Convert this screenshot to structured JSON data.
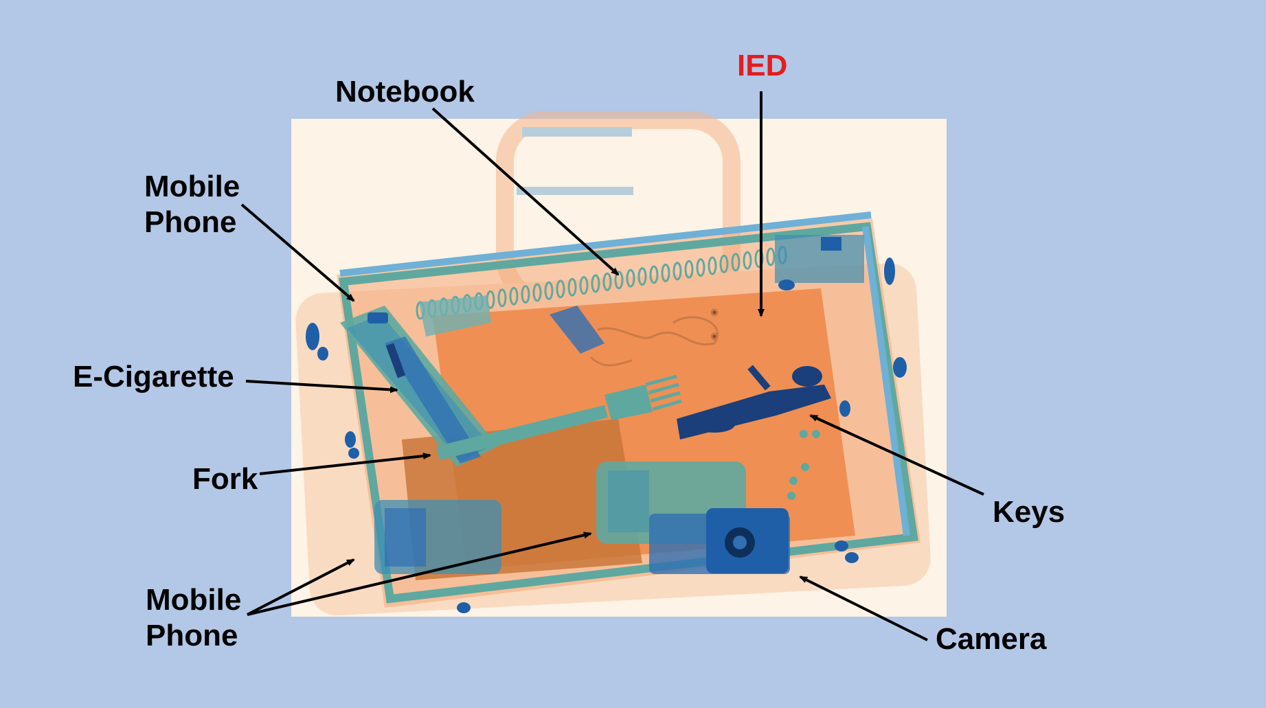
{
  "diagram": {
    "labels": {
      "ied": "IED",
      "notebook": "Notebook",
      "mobile_phone_top": {
        "line1": "Mobile",
        "line2": "Phone"
      },
      "e_cigarette": "E-Cigarette",
      "fork": "Fork",
      "mobile_phone_bottom": {
        "line1": "Mobile",
        "line2": "Phone"
      },
      "keys": "Keys",
      "camera": "Camera"
    },
    "colors": {
      "background": "#b3c7e6",
      "xray_background": "#fdf3e6",
      "organic_orange": "#f08a4b",
      "metal_blue": "#2f6fb3",
      "mixed_green": "#5fa8a0",
      "arrow": "#000000",
      "ied_label": "#e41c1c"
    }
  }
}
